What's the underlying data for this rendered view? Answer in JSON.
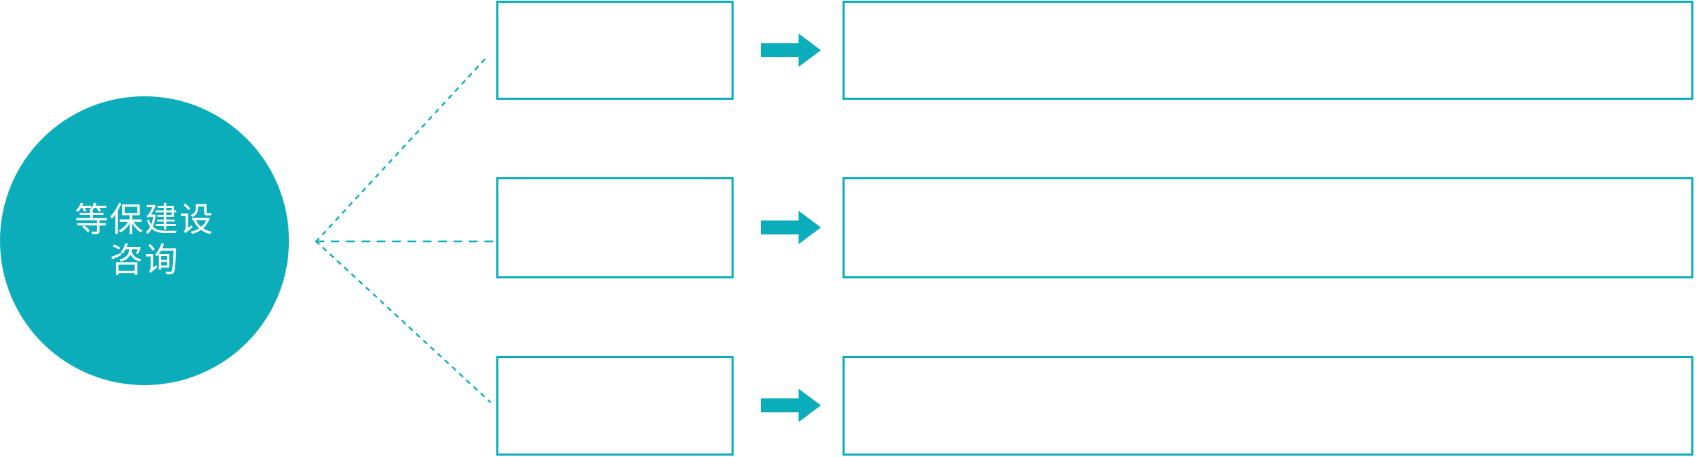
{
  "diagram": {
    "title_lines": [
      "等保建设",
      "咨询"
    ],
    "accent_color": "#0aadb9",
    "background_color": "#ffffff",
    "hub": {
      "label_line_1": "等保建设",
      "label_line_2": "咨询",
      "shape": "circle",
      "text_color": "#ffffff"
    },
    "connector": {
      "style": "dotted",
      "color": "#0aadb9",
      "branch_count": 3
    },
    "rows": [
      {
        "stage_label": "",
        "detail_label": "",
        "arrow_icon": "right-arrow-icon"
      },
      {
        "stage_label": "",
        "detail_label": "",
        "arrow_icon": "right-arrow-icon"
      },
      {
        "stage_label": "",
        "detail_label": "",
        "arrow_icon": "right-arrow-icon"
      }
    ]
  }
}
